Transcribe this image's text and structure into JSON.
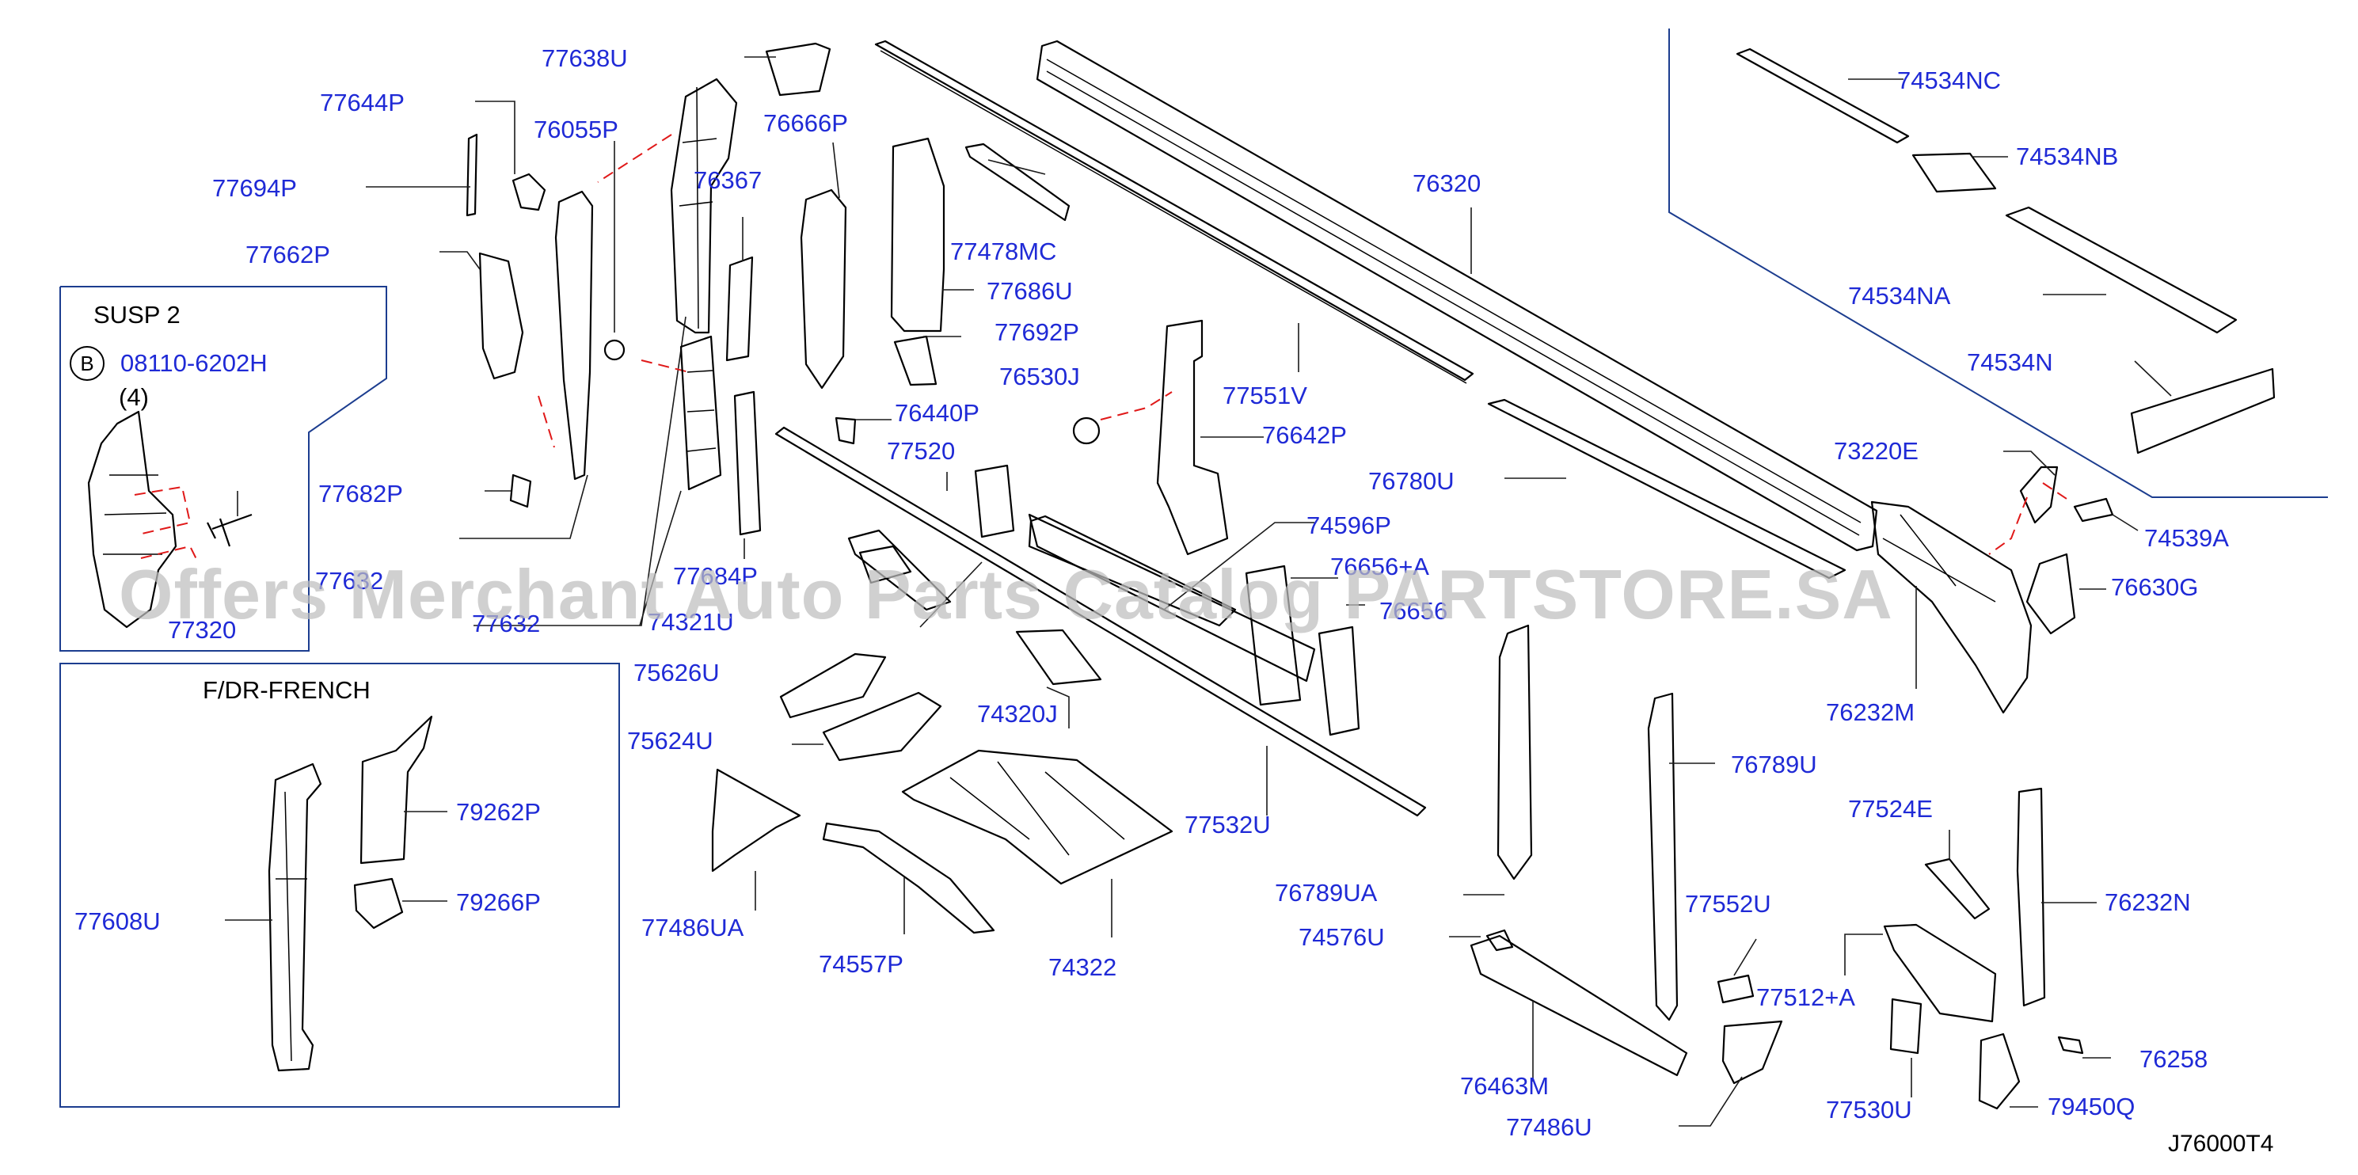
{
  "diagram_code": "J76000T4",
  "watermark": "Offers Merchant Auto Parts Catalog PARTSTORE.SA",
  "insets": {
    "susp": {
      "title": "SUSP   2",
      "bolt_marker": "B",
      "bolt_part": "08110-6202H",
      "bolt_qty": "(4)"
    },
    "french": {
      "title": "F/DR-FRENCH"
    }
  },
  "labels": {
    "p77638U": "77638U",
    "p77644P": "77644P",
    "p76055P": "76055P",
    "p76666P": "76666P",
    "p77694P": "77694P",
    "p76367": "76367",
    "p77662P": "77662P",
    "p77478MC": "77478MC",
    "p77686U": "77686U",
    "p77692P": "77692P",
    "p76530J": "76530J",
    "p77551V": "77551V",
    "p76440P": "76440P",
    "p77520": "77520",
    "p76642P": "76642P",
    "p77682P": "77682P",
    "p76780U": "76780U",
    "p74596P": "74596P",
    "p77632": "77632",
    "p77684P": "77684P",
    "p76656A": "76656+A",
    "p76656": "76656",
    "p77320": "77320",
    "p77632b": "77632",
    "p74321U": "74321U",
    "p75626U": "75626U",
    "p74320J": "74320J",
    "p75624U": "75624U",
    "p77532U": "77532U",
    "p77486UA": "77486UA",
    "p74557P": "74557P",
    "p74322": "74322",
    "p76320": "76320",
    "p74534NC": "74534NC",
    "p74534NB": "74534NB",
    "p74534NA": "74534NA",
    "p74534N": "74534N",
    "p73220E": "73220E",
    "p74539A": "74539A",
    "p76630G": "76630G",
    "p76232M": "76232M",
    "p76789U": "76789U",
    "p77524E": "77524E",
    "p76232N": "76232N",
    "p76789UA": "76789UA",
    "p74576U": "74576U",
    "p77552U": "77552U",
    "p77512A": "77512+A",
    "p76463M": "76463M",
    "p77486U": "77486U",
    "p77530U": "77530U",
    "p76258": "76258",
    "p79450Q": "79450Q",
    "p79262P": "79262P",
    "p79266P": "79266P",
    "p77608U": "77608U"
  },
  "colors": {
    "label": "#1f2ad6",
    "frame": "#1c3d8f",
    "guide": "#e01919",
    "line": "#000000"
  }
}
